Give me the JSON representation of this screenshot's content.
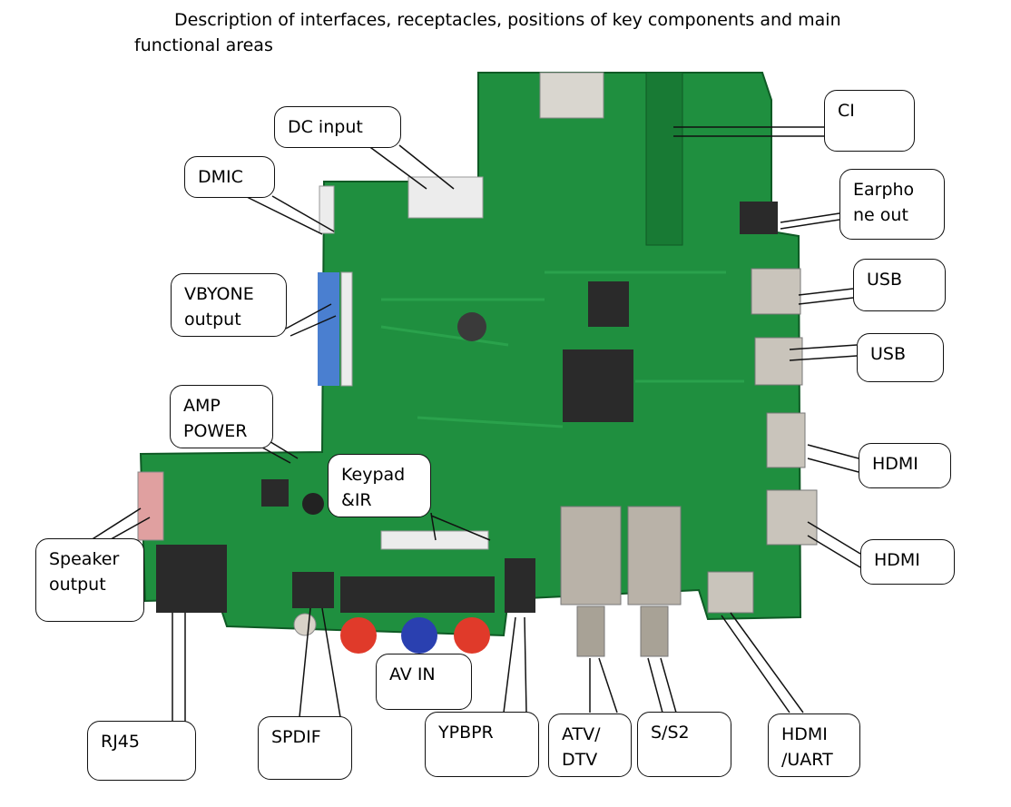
{
  "heading": "Description of interfaces, receptacles, positions of key components and main functional areas",
  "callouts": {
    "dc_input": "DC input",
    "dmic": "DMIC",
    "ci": "CI",
    "earphone": "Earpho ne out",
    "usb1": "USB",
    "usb2": "USB",
    "vbyone": "VBYONE output",
    "amp_power": "AMP POWER",
    "keypad": "Keypad &IR",
    "hdmi1": "HDMI",
    "hdmi2": "HDMI",
    "speaker": "Speaker output",
    "av_in": "AV IN",
    "rj45": "RJ45",
    "spdif": "SPDIF",
    "ypbpr": "YPBPR",
    "atv_dtv": "ATV/ DTV",
    "s_s2": "S/S2",
    "hdmi_uart": "HDMI /UART"
  },
  "colors": {
    "pcb": "#1f8f3f",
    "pcb_dark": "#157030",
    "chip": "#2a2a2a",
    "connector_white": "#ececec",
    "metal": "#b9b2a8"
  }
}
